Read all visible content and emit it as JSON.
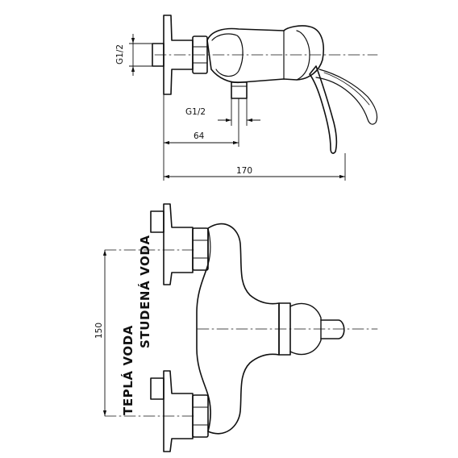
{
  "colors": {
    "line": "#111111",
    "background": "#ffffff"
  },
  "dimensions": {
    "thread_inlet": "G1/2",
    "thread_outlet": "G1/2",
    "length_64": "64",
    "length_170": "170",
    "height_150": "150"
  },
  "labels": {
    "cold_water": "STUDENÁ VODA",
    "hot_water": "TEPLÁ VODA"
  }
}
